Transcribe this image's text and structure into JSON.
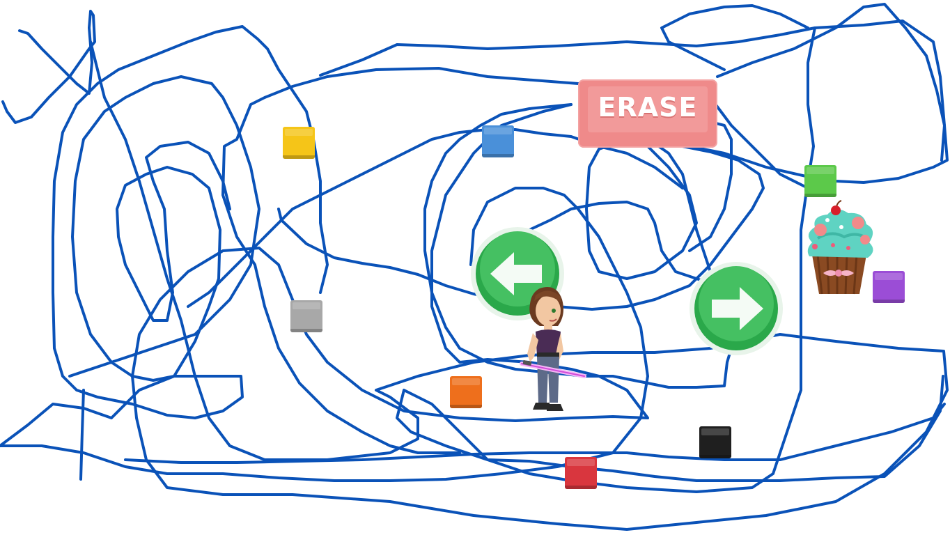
{
  "toolbar": {
    "erase_label": "ERASE"
  },
  "controls": {
    "left_arrow_icon": "arrow-left-icon",
    "right_arrow_icon": "arrow-right-icon",
    "button_color": "#3fb25a"
  },
  "palette": {
    "colors": [
      {
        "name": "yellow",
        "hex": "#f5c518"
      },
      {
        "name": "blue",
        "hex": "#4a90d9"
      },
      {
        "name": "green",
        "hex": "#5cc94a"
      },
      {
        "name": "gray",
        "hex": "#a8a8a8"
      },
      {
        "name": "orange",
        "hex": "#ee6f1c"
      },
      {
        "name": "red",
        "hex": "#d9363e"
      },
      {
        "name": "black",
        "hex": "#1f1f1f"
      },
      {
        "name": "purple",
        "hex": "#9b4dd6"
      }
    ]
  },
  "drawing": {
    "stroke_color": "#0a52b8"
  },
  "sprites": {
    "goal": "cupcake",
    "player": "girl-with-lightsaber"
  }
}
